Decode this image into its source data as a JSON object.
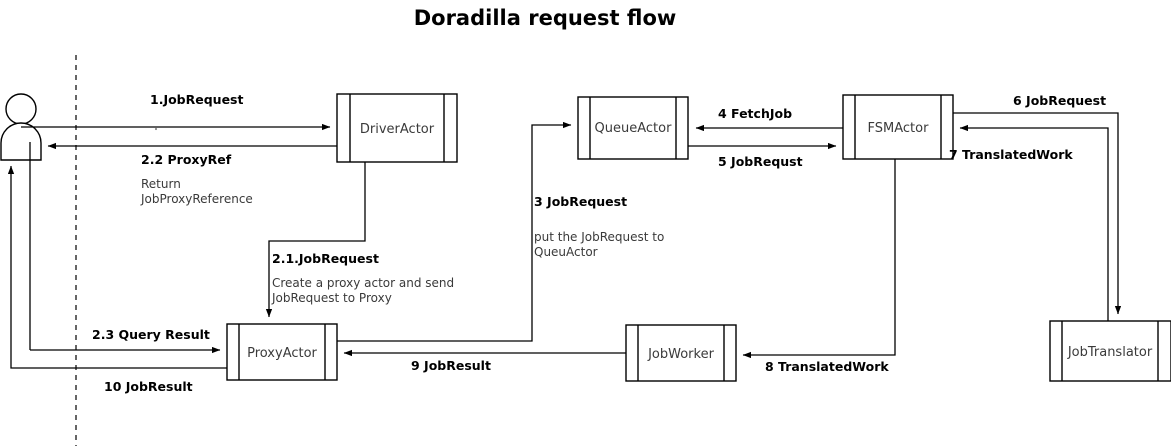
{
  "title": "Doradilla request flow",
  "nodes": [
    {
      "id": "actor",
      "label": "",
      "kind": "actor-stick-figure"
    },
    {
      "id": "driveractor",
      "label": "DriverActor",
      "kind": "component-box"
    },
    {
      "id": "queueactor",
      "label": "QueueActor",
      "kind": "component-box"
    },
    {
      "id": "fsmactor",
      "label": "FSMActor",
      "kind": "component-box"
    },
    {
      "id": "proxyactor",
      "label": "ProxyActor",
      "kind": "component-box"
    },
    {
      "id": "jobworker",
      "label": "JobWorker",
      "kind": "component-box"
    },
    {
      "id": "jobtranslator",
      "label": "JobTranslator",
      "kind": "component-box"
    }
  ],
  "edges": [
    {
      "id": "e1",
      "label": "1.JobRequest",
      "note": "",
      "from": "actor",
      "to": "driveractor"
    },
    {
      "id": "e22",
      "label": "2.2 ProxyRef",
      "note": "Return\nJobProxyReference",
      "from": "driveractor",
      "to": "actor"
    },
    {
      "id": "e21",
      "label": "2.1.JobRequest",
      "note": "Create a proxy actor and send\nJobRequest to Proxy",
      "from": "driveractor",
      "to": "proxyactor"
    },
    {
      "id": "e23",
      "label": "2.3 Query Result",
      "note": "",
      "from": "actor",
      "to": "proxyactor"
    },
    {
      "id": "e3",
      "label": "3 JobRequest",
      "note": "put the JobRequest to\nQueuActor",
      "from": "proxyactor",
      "to": "queueactor"
    },
    {
      "id": "e4",
      "label": "4 FetchJob",
      "note": "",
      "from": "fsmactor",
      "to": "queueactor"
    },
    {
      "id": "e5",
      "label": "5 JobRequst",
      "note": "",
      "from": "queueactor",
      "to": "fsmactor"
    },
    {
      "id": "e6",
      "label": "6 JobRequest",
      "note": "",
      "from": "fsmactor",
      "to": "jobtranslator"
    },
    {
      "id": "e7",
      "label": "7 TranslatedWork",
      "note": "",
      "from": "jobtranslator",
      "to": "fsmactor"
    },
    {
      "id": "e8",
      "label": "8 TranslatedWork",
      "note": "",
      "from": "fsmactor",
      "to": "jobworker"
    },
    {
      "id": "e9",
      "label": "9 JobResult",
      "note": "",
      "from": "jobworker",
      "to": "proxyactor"
    },
    {
      "id": "e10",
      "label": "10 JobResult",
      "note": "",
      "from": "proxyactor",
      "to": "actor"
    }
  ],
  "edge_notes": {
    "note_22_line1": "Return",
    "note_22_line2": "JobProxyReference",
    "note_21_line1": "Create a proxy actor and send",
    "note_21_line2": "JobRequest to Proxy",
    "note_3_line1": "put the JobRequest to",
    "note_3_line2": "QueuActor"
  },
  "colors": {
    "background": "#ffffff",
    "stroke": "#000000",
    "node_label": "#3a3a3a",
    "note_text": "#3a3a3a"
  }
}
